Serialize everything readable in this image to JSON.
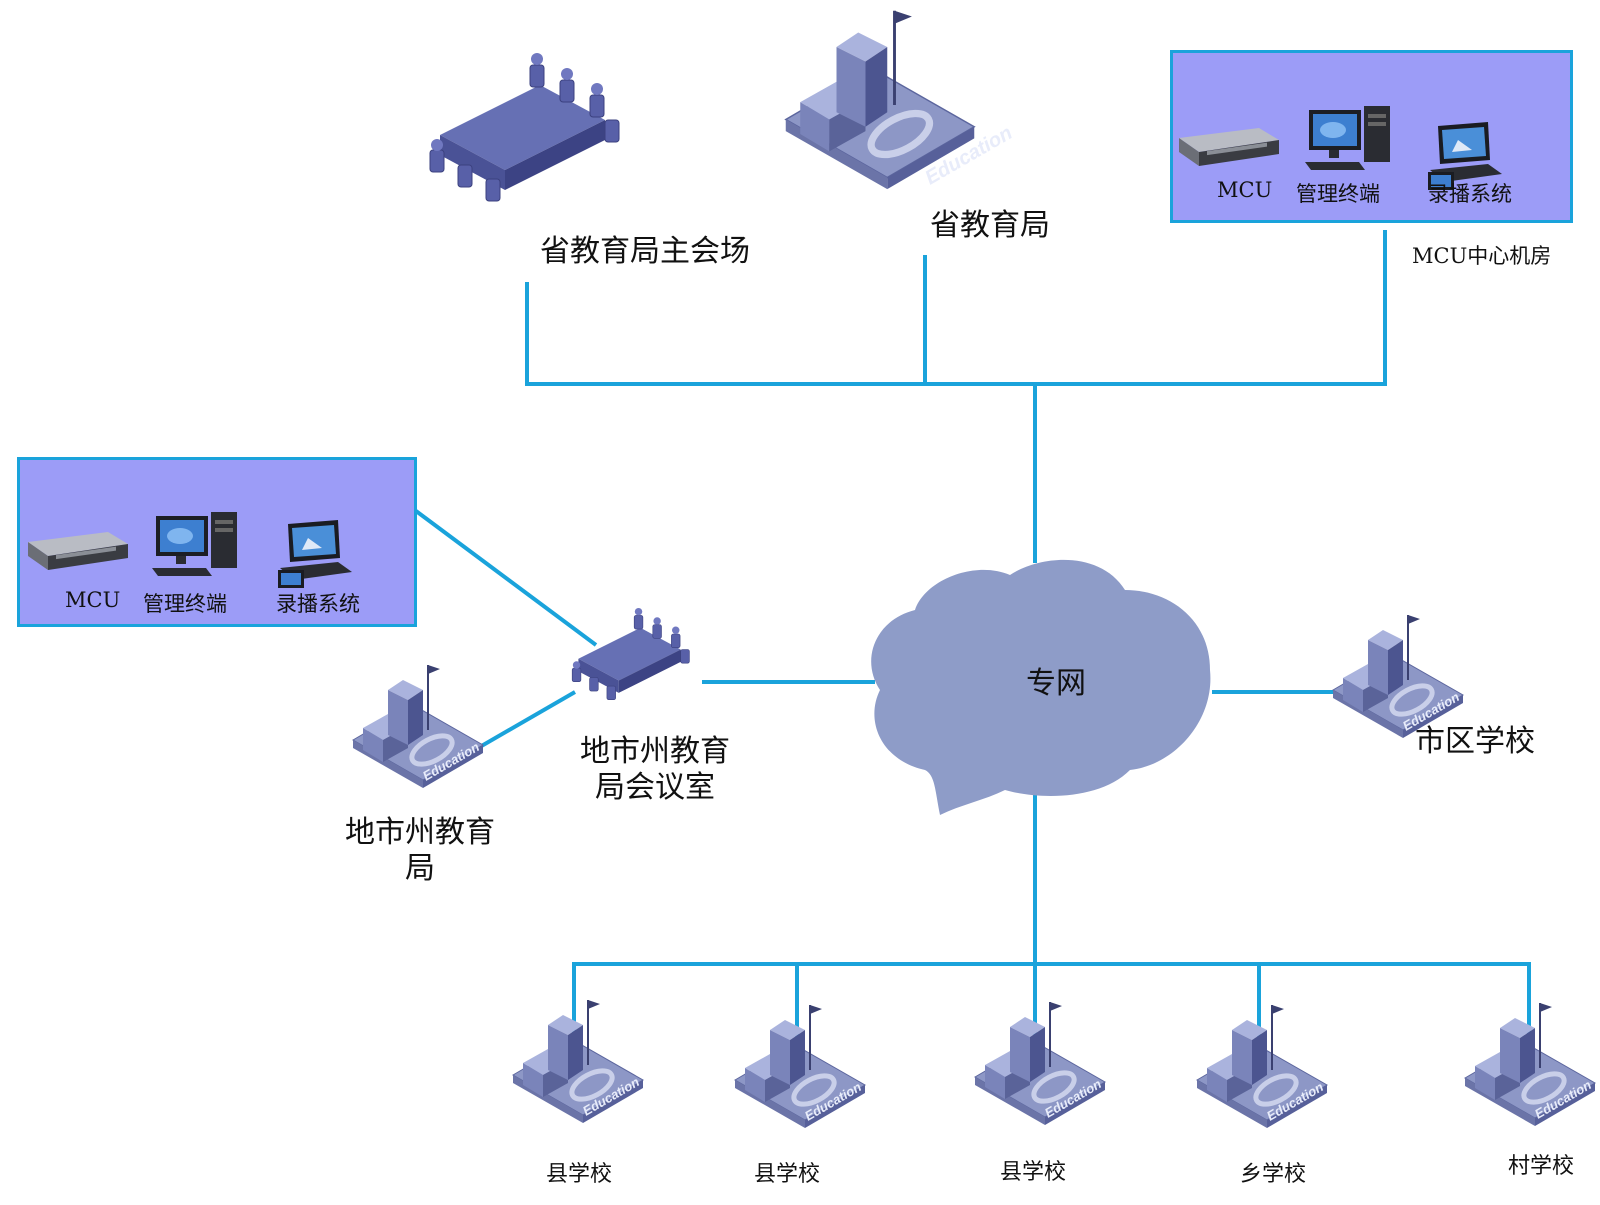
{
  "network": {
    "label": "专网"
  },
  "province": {
    "main_venue_label": "省教育局主会场",
    "bureau_label": "省教育局",
    "mcu_room": {
      "title": "MCU中心机房",
      "devices": [
        "MCU",
        "管理终端",
        "录播系统"
      ]
    }
  },
  "prefecture": {
    "room_label_line1": "地市州教育",
    "room_label_line2": "局会议室",
    "bureau_label_line1": "地市州教育",
    "bureau_label_line2": "局",
    "devices": [
      "MCU",
      "管理终端",
      "录播系统"
    ]
  },
  "city_school": {
    "label": "市区学校"
  },
  "schools": [
    {
      "label": "县学校"
    },
    {
      "label": "县学校"
    },
    {
      "label": "县学校"
    },
    {
      "label": "乡学校"
    },
    {
      "label": "村学校"
    }
  ],
  "icon_text": "Education",
  "colors": {
    "line": "#1aa3db",
    "box_fill": "#9c9cf7",
    "cloud": "#8e9cc8",
    "building": "#6b78b0",
    "table": "#5a64a6"
  }
}
